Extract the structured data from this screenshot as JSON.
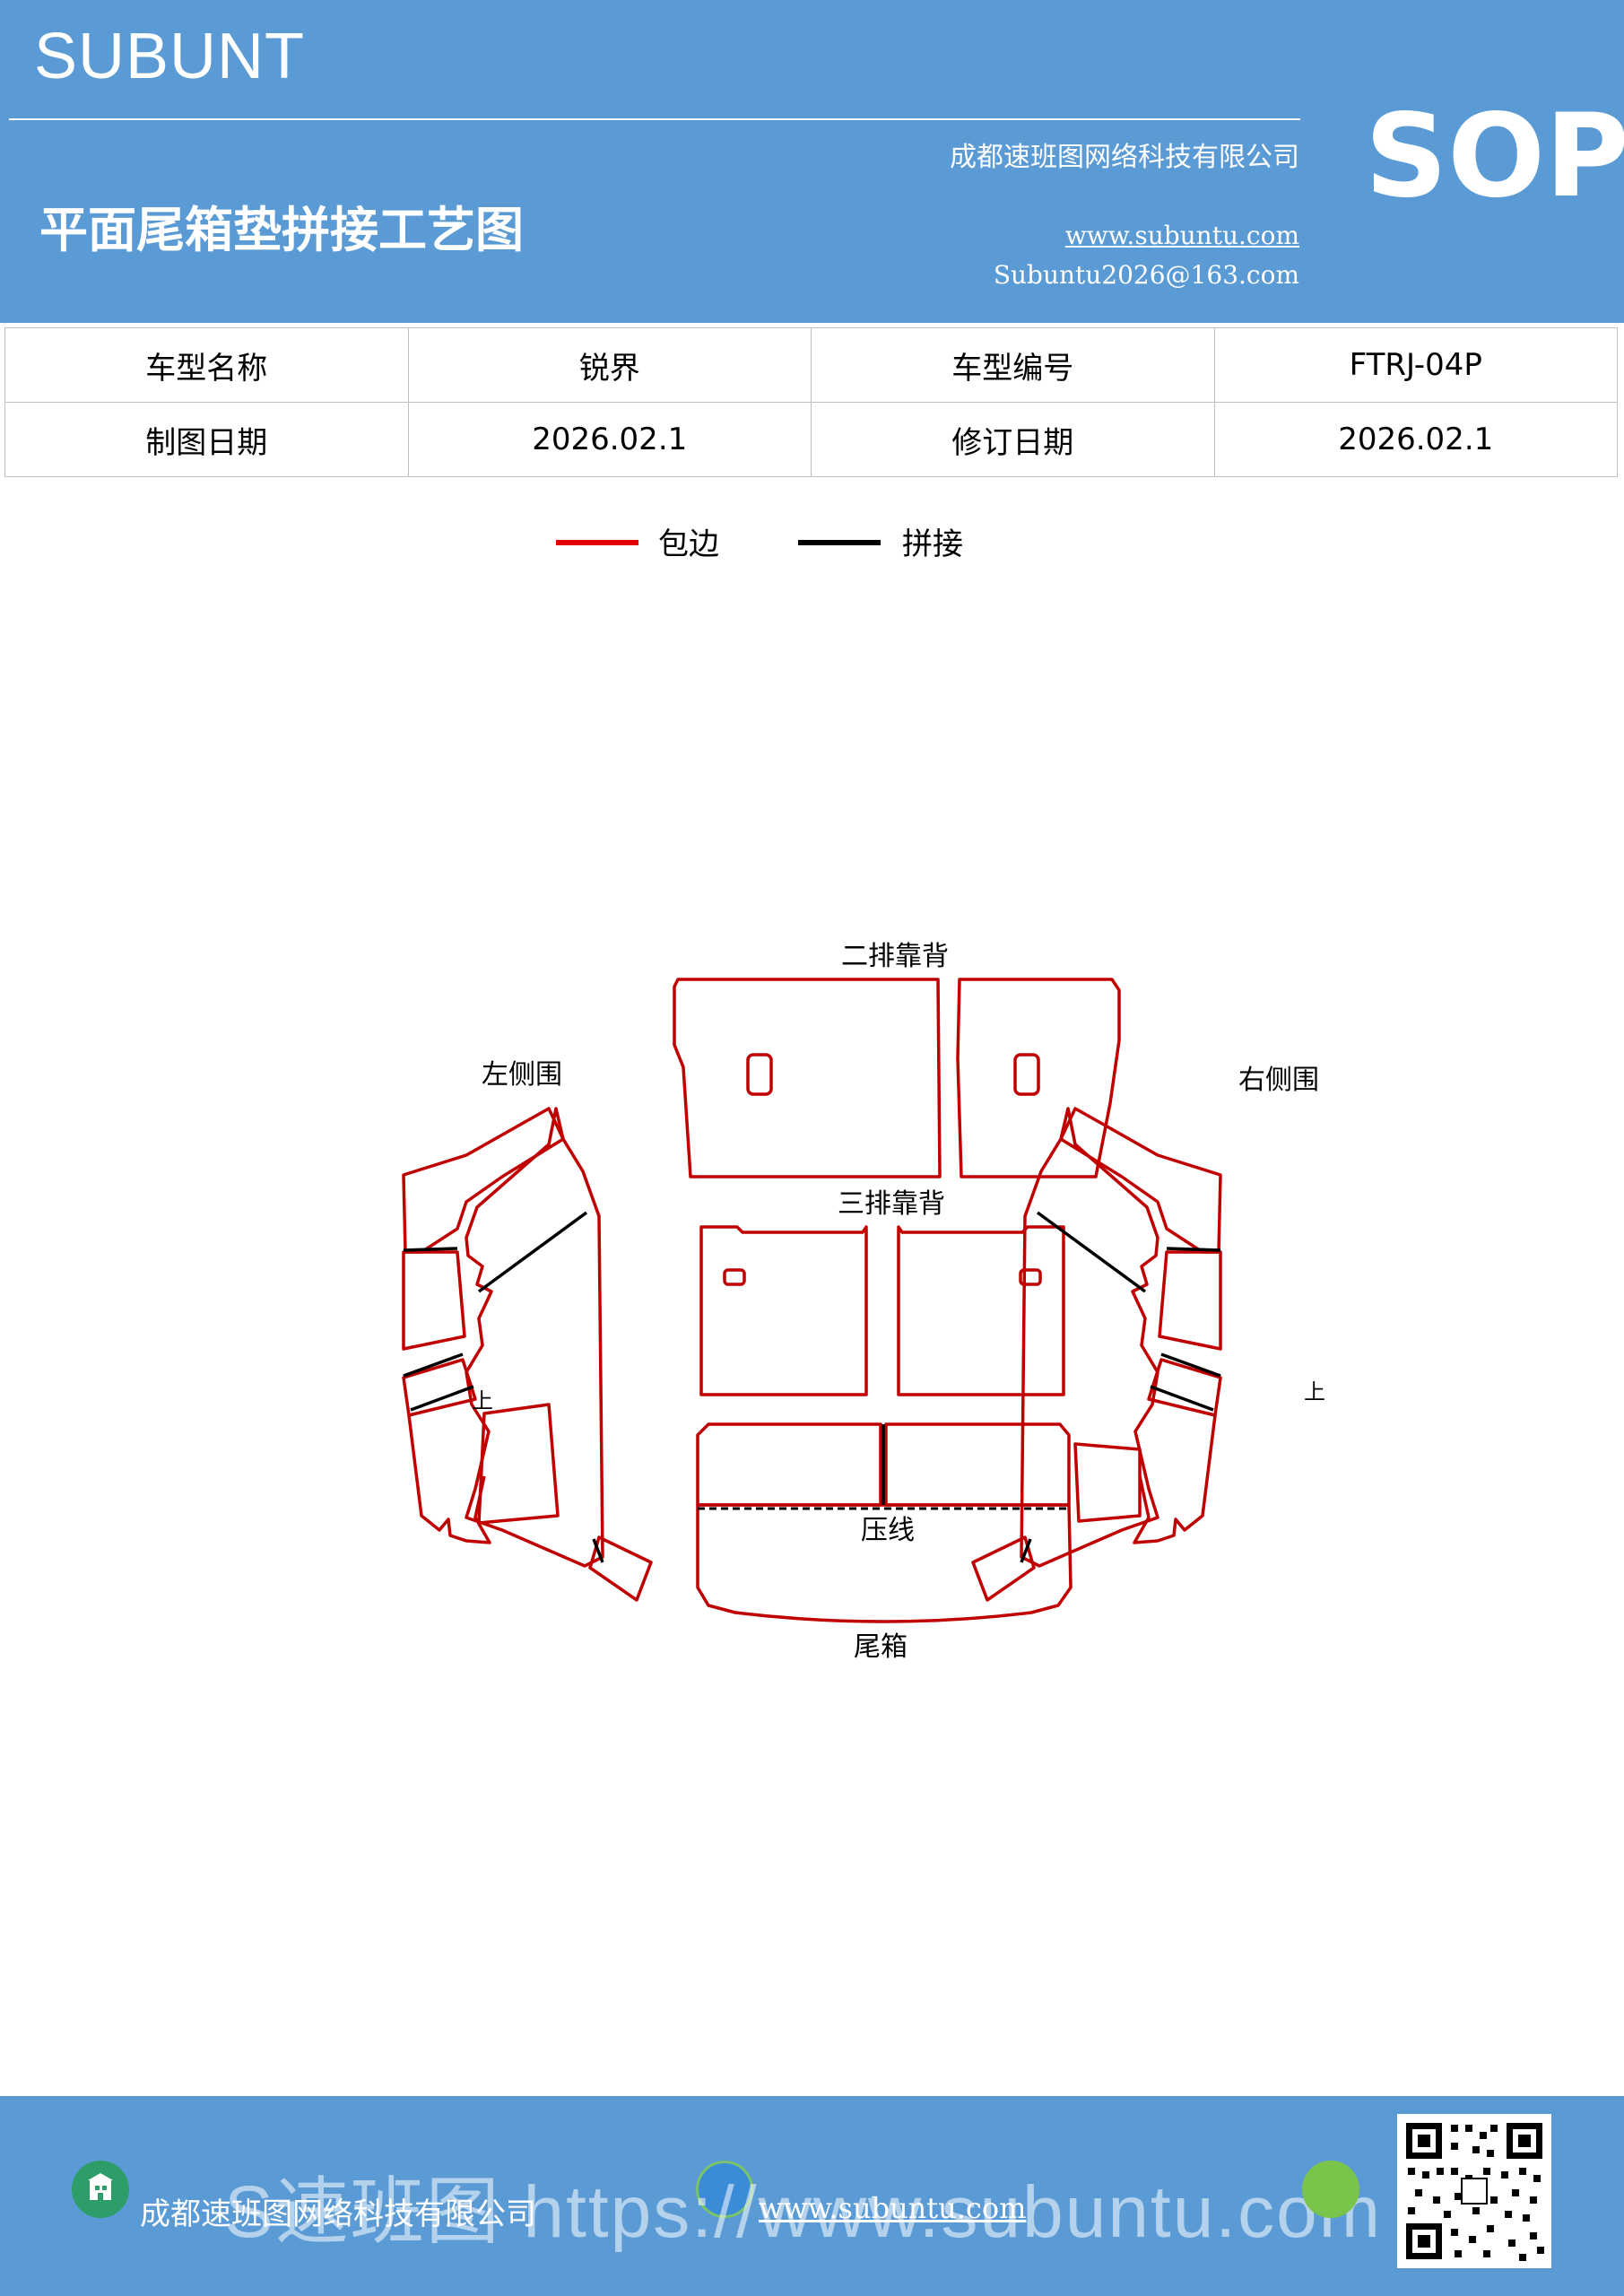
{
  "header": {
    "brand": "SUBUNT",
    "title": "平面尾箱垫拼接工艺图",
    "company": "成都速班图网络科技有限公司",
    "website": "www.subuntu.com",
    "email": "Subuntu2026@163.com",
    "badge": "SOP"
  },
  "info_table": {
    "rows": [
      [
        "车型名称",
        "锐界",
        "车型编号",
        "FTRJ-04P"
      ],
      [
        "制图日期",
        "2026.02.1",
        "修订日期",
        "2026.02.1"
      ]
    ]
  },
  "legend": {
    "items": [
      {
        "label": "包边",
        "color": "#e00000"
      },
      {
        "label": "拼接",
        "color": "#000000"
      }
    ]
  },
  "diagram": {
    "labels": {
      "second_row_back": "二排靠背",
      "third_row_back": "三排靠背",
      "left_side": "左侧围",
      "right_side": "右侧围",
      "press_line": "压线",
      "trunk": "尾箱",
      "left_up_mark": "上",
      "right_up_mark": "上"
    },
    "edge_color": "#c00000",
    "seam_color": "#000000"
  },
  "footer": {
    "company": "成都速班图网络科技有限公司",
    "website": "www.subuntu.com",
    "watermark": "S速班图 https://www.subuntu.com"
  }
}
